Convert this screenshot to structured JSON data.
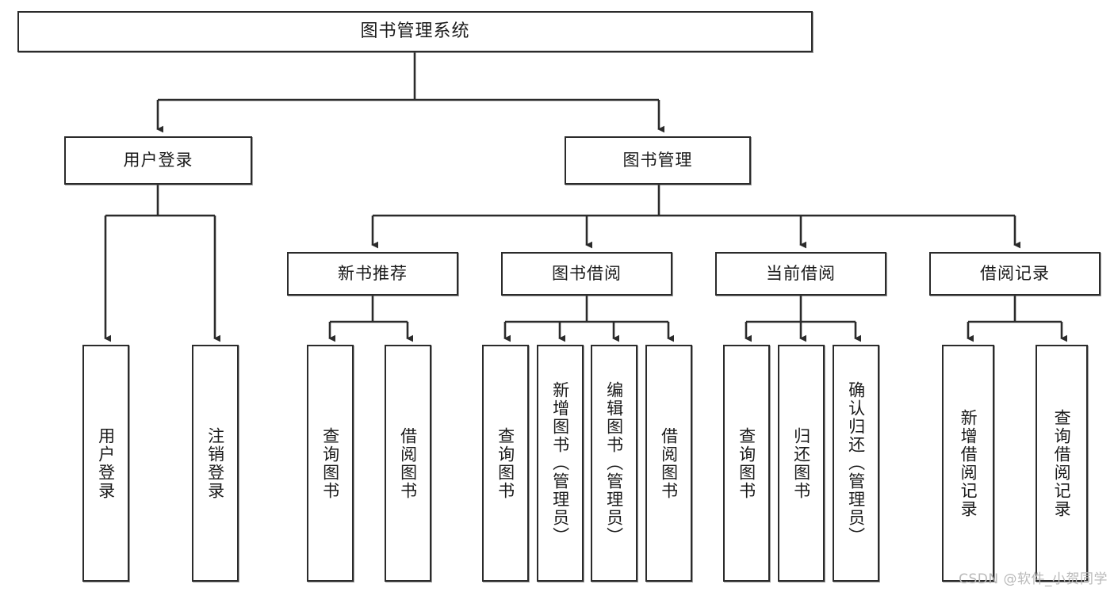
{
  "diagram": {
    "title": "图书管理系统",
    "watermark": "CSDN @软件_小贺同学",
    "root": {
      "label": "图书管理系统"
    },
    "level2": [
      {
        "id": "user-login",
        "label": "用户登录"
      },
      {
        "id": "book-manage",
        "label": "图书管理"
      }
    ],
    "level3": [
      {
        "id": "new-book-recommend",
        "label": "新书推荐"
      },
      {
        "id": "book-borrow",
        "label": "图书借阅"
      },
      {
        "id": "current-borrow",
        "label": "当前借阅"
      },
      {
        "id": "borrow-record",
        "label": "借阅记录"
      }
    ],
    "leaves": {
      "user_login": [
        {
          "id": "leaf-user-login",
          "label": "用户登录"
        },
        {
          "id": "leaf-logout-login",
          "label": "注销登录"
        }
      ],
      "new_book_recommend": [
        {
          "id": "leaf-query-book-1",
          "label": "查询图书"
        },
        {
          "id": "leaf-borrow-book-1",
          "label": "借阅图书"
        }
      ],
      "book_borrow": [
        {
          "id": "leaf-query-book-2",
          "label": "查询图书"
        },
        {
          "id": "leaf-add-book",
          "label": "新增图书（管理员）"
        },
        {
          "id": "leaf-edit-book",
          "label": "编辑图书（管理员）"
        },
        {
          "id": "leaf-borrow-book-2",
          "label": "借阅图书"
        }
      ],
      "current_borrow": [
        {
          "id": "leaf-query-book-3",
          "label": "查询图书"
        },
        {
          "id": "leaf-return-book",
          "label": "归还图书"
        },
        {
          "id": "leaf-confirm-return",
          "label": "确认归还（管理员）"
        }
      ],
      "borrow_record": [
        {
          "id": "leaf-add-record",
          "label": "新增借阅记录"
        },
        {
          "id": "leaf-query-record",
          "label": "查询借阅记录"
        }
      ]
    },
    "colors": {
      "stroke": "#2b2b2b",
      "background": "#ffffff",
      "text": "#1a1a1a",
      "watermark": "#b9b9b9"
    }
  }
}
